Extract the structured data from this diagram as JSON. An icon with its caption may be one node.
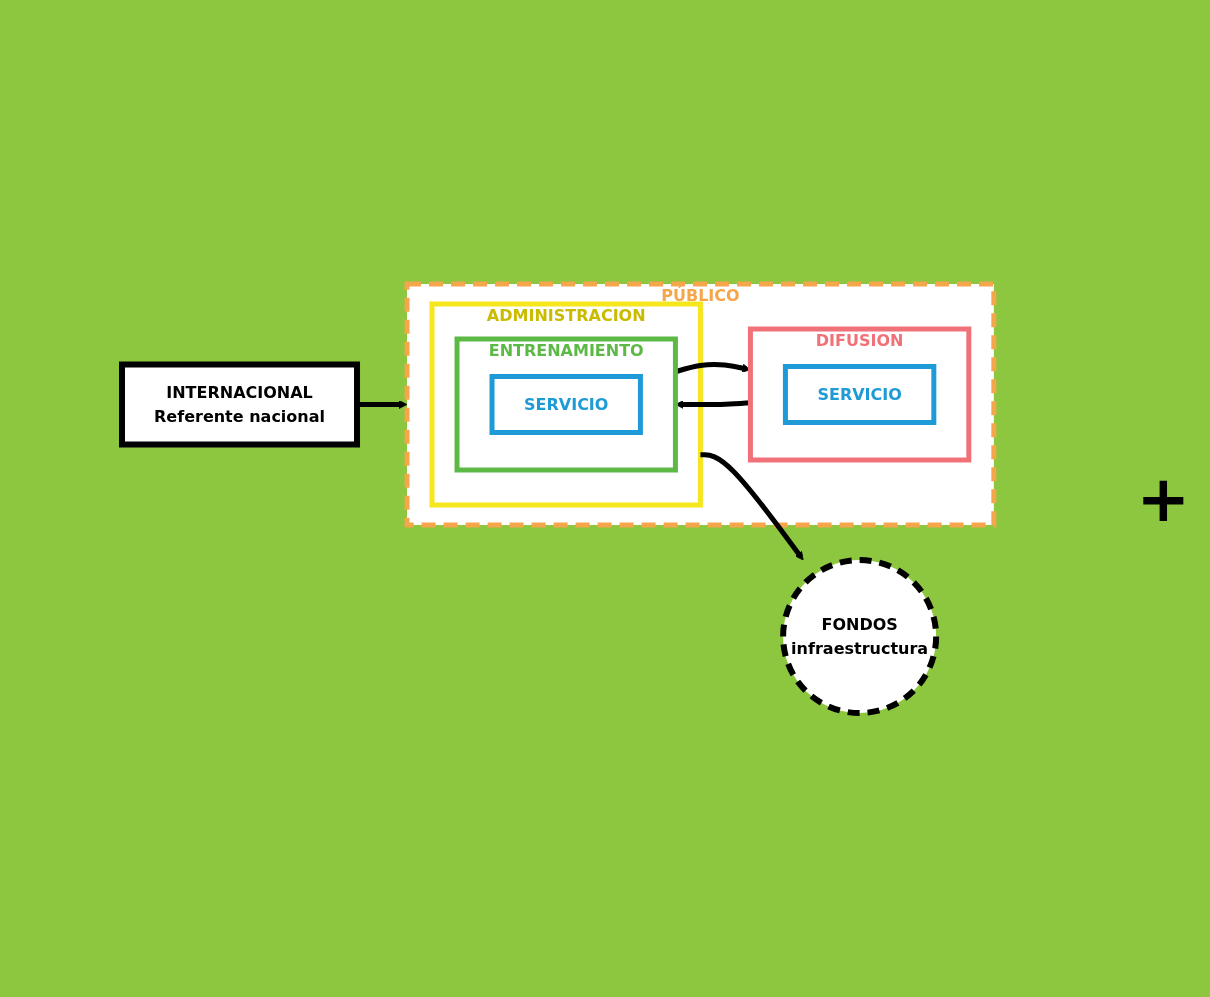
{
  "diagram": {
    "nodes": [
      {
        "text": [
          "PÚBLICO"
        ]
      },
      {
        "text": [
          "DIFUSION"
        ],
        "in": 0
      },
      {
        "text": [
          "SERVICIO"
        ],
        "in": 1
      },
      {
        "text": [
          "ADMINISTRACION"
        ],
        "in": 0
      },
      {
        "text": [
          "ENTRENAMIENTO"
        ],
        "in": 3
      },
      {
        "text": [
          "SERVICIO"
        ],
        "in": 4
      },
      {
        "text": [
          "INTERNACIONAL",
          "Referente nacional"
        ]
      },
      {
        "text": [
          "FONDOS",
          "infraestructura"
        ]
      }
    ],
    "edges": [
      {
        "from": 1,
        "to": 4,
        "arrow": "to"
      },
      {
        "from": 4,
        "to": 1,
        "arrow": "to"
      },
      {
        "from": 3,
        "to": 7,
        "arrow": "to"
      },
      {
        "from": 6,
        "to": 0,
        "arrow": "to"
      }
    ],
    "labels": [
      "+"
    ]
  }
}
